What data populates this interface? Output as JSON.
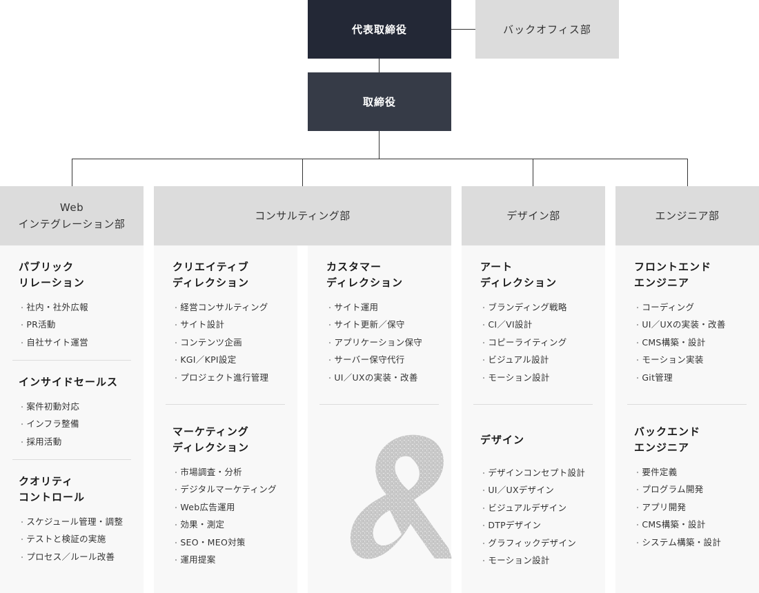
{
  "top": {
    "ceo": "代表取締役",
    "director": "取締役",
    "backoffice": "バックオフィス部"
  },
  "departments": [
    {
      "title": [
        "Web",
        "インテグレーション部"
      ],
      "sections": [
        {
          "title": [
            "パブリック",
            "リレーション"
          ],
          "items": [
            "社内・社外広報",
            "PR活動",
            "自社サイト運営"
          ]
        },
        {
          "title": [
            "インサイドセールス"
          ],
          "items": [
            "案件初動対応",
            "インフラ整備",
            "採用活動"
          ]
        },
        {
          "title": [
            "クオリティ",
            "コントロール"
          ],
          "items": [
            "スケジュール管理・調整",
            "テストと検証の実施",
            "プロセス／ルール改善"
          ]
        }
      ]
    },
    {
      "title": [
        "コンサルティング部"
      ],
      "sections": [
        {
          "title": [
            "クリエイティブ",
            "ディレクション"
          ],
          "items": [
            "経営コンサルティング",
            "サイト設計",
            "コンテンツ企画",
            "KGI／KPI設定",
            "プロジェクト進行管理"
          ]
        },
        {
          "title": [
            "マーケティング",
            "ディレクション"
          ],
          "items": [
            "市場調査・分析",
            "デジタルマーケティング",
            "Web広告運用",
            "効果・測定",
            "SEO・MEO対策",
            "運用提案"
          ]
        },
        {
          "title": [
            "カスタマー",
            "ディレクション"
          ],
          "items": [
            "サイト運用",
            "サイト更新／保守",
            "アプリケーション保守",
            "サーバー保守代行",
            "UI／UXの実装・改善"
          ]
        }
      ]
    },
    {
      "title": [
        "デザイン部"
      ],
      "sections": [
        {
          "title": [
            "アート",
            "ディレクション"
          ],
          "items": [
            "ブランディング戦略",
            "CI／VI設計",
            "コピーライティング",
            "ビジュアル設計",
            "モーション設計"
          ]
        },
        {
          "title": [
            "デザイン"
          ],
          "items": [
            "デザインコンセプト設計",
            "UI／UXデザイン",
            "ビジュアルデザイン",
            "DTPデザイン",
            "グラフィックデザイン",
            "モーション設計"
          ]
        }
      ]
    },
    {
      "title": [
        "エンジニア部"
      ],
      "sections": [
        {
          "title": [
            "フロントエンド",
            "エンジニア"
          ],
          "items": [
            "コーディング",
            "UI／UXの実装・改善",
            "CMS構築・設計",
            "モーション実装",
            "Git管理"
          ]
        },
        {
          "title": [
            "バックエンド",
            "エンジニア"
          ],
          "items": [
            "要件定義",
            "プログラム開発",
            "アプリ開発",
            "CMS構築・設計",
            "システム構築・設計"
          ]
        }
      ]
    }
  ]
}
